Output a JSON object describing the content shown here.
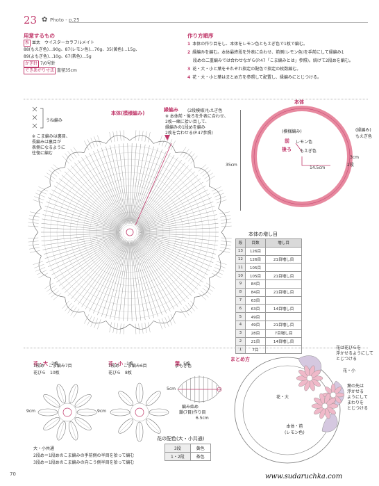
{
  "header": {
    "number": "23",
    "photo_ref": "Photo - p.25"
  },
  "materials": {
    "title": "用意するもの",
    "yarn_tag": "糸",
    "yarn": "並太　ウイスターカラフルメイト",
    "yarn_line1": "88(もえぎ色)…90g、87(レモン色)…70g、35(黄色)…15g、",
    "yarn_line2": "89(よもぎ色)…10g、67(茶色)…5g",
    "hook_tag": "かぎ針",
    "hook": "7/0号針",
    "size_tag": "できあがり寸法",
    "size": "直径35cm"
  },
  "method": {
    "title": "作り方順序",
    "steps": [
      {
        "n": "1",
        "text": "本体の作り目をし、本体をレモン色ともえぎ色で1枚で編む。"
      },
      {
        "n": "2",
        "text": "縁編みを編む。本体最終段を外表に合わせ、前側(レモン色)を手前にして縁編み1"
      },
      {
        "n": "",
        "text": "段めの二重編みでは合わせながら(P.47「こま編みとは」参照)。続けて2段めを編む。"
      },
      {
        "n": "3",
        "text": "花・大・小と葉をそれぞれ指定の配色で指定の枚数編む。"
      },
      {
        "n": "4",
        "text": "花・大・小と葉はまとめ方を参照して配置し、縁編みにとじつける。"
      }
    ]
  },
  "main_chart": {
    "title": "本体(模様編み)",
    "edge_title": "縁編み",
    "edge_sub": "(2段模様)もえぎ色",
    "edge_note1": "※ 本体前・後ろを外表に合わせ、",
    "edge_note2": "2枚一緒に拾い目して、",
    "edge_note3": "縁編みの1段めを編み",
    "edge_note4": "2枚を合わせる(P.47参照)",
    "legend_label": "うね編み",
    "note1": "※ こま編みは裏目、",
    "note2": "長編みは裏目が",
    "note3": "表側になるように",
    "note4": "往復に編む"
  },
  "ring": {
    "title": "本体",
    "inner_label": "(模様編み)",
    "front": "前",
    "back": "後ろ",
    "front_color": "レモン色",
    "back_color": "もえぎ色",
    "edge_label": "(縁編み)",
    "edge_color": "もえぎ色",
    "radius": "14.5cm",
    "edge_rows": "2段",
    "edge_width": "3cm",
    "dimension": "35cm"
  },
  "increase_table": {
    "title": "本体の増し目",
    "headers": [
      "段",
      "目数",
      "増し目"
    ],
    "rows": [
      [
        "13",
        "126目",
        ""
      ],
      [
        "12",
        "126目",
        "21目増し目"
      ],
      [
        "11",
        "105目",
        ""
      ],
      [
        "10",
        "105目",
        "21目増し目"
      ],
      [
        "9",
        "84目",
        ""
      ],
      [
        "8",
        "84目",
        "21目増し目"
      ],
      [
        "7",
        "63目",
        ""
      ],
      [
        "6",
        "63目",
        "14目増し目"
      ],
      [
        "5",
        "49目",
        ""
      ],
      [
        "4",
        "49目",
        "21目増し目"
      ],
      [
        "3",
        "28目",
        "7目増し目"
      ],
      [
        "2",
        "21目",
        "14目増し目"
      ],
      [
        "1",
        "7目",
        ""
      ]
    ]
  },
  "flowers": {
    "large_title": "花・大",
    "large_count": "2枚",
    "large_r1": "1段め　こま編み7目",
    "large_r2": "花びら　10枚",
    "small_title": "花・小",
    "small_count": "1枚",
    "small_r1": "1段め　こま編み6目",
    "small_r2": "花びら　8枚",
    "size_9cm": "9cm",
    "common_title": "大・小共通",
    "common1": "2段め＝1段めのこま編みの手前側の半目を拾って編む",
    "common2": "3段め＝1段めのこま編みの向こう側半目を拾って編む",
    "color_table_title": "花の配色(大・小共通)",
    "color_rows": [
      [
        "3段",
        "黄色"
      ],
      [
        "1・2段",
        "茶色"
      ]
    ]
  },
  "leaf": {
    "title": "葉",
    "count": "5枚",
    "color": "よもぎ色",
    "size_h": "5cm",
    "size_w": "6.5cm",
    "start1": "編み始め",
    "start2": "鎖(7目)作り目"
  },
  "assembly": {
    "title": "まとめ方",
    "note1": "花は花びらを",
    "note2": "浮かせるようにして",
    "note3": "とじつける",
    "small_flower": "花・小",
    "large_flower": "花・大",
    "leaf_note1": "葉の先は",
    "leaf_note2": "浮かせる",
    "leaf_note3": "ようにして",
    "leaf_note4": "まわりを",
    "leaf_note5": "とじつける",
    "body_label": "本体・前",
    "body_color": "(レモン色)"
  },
  "footer": {
    "page": "70",
    "url": "www.sudaruchka.com"
  }
}
